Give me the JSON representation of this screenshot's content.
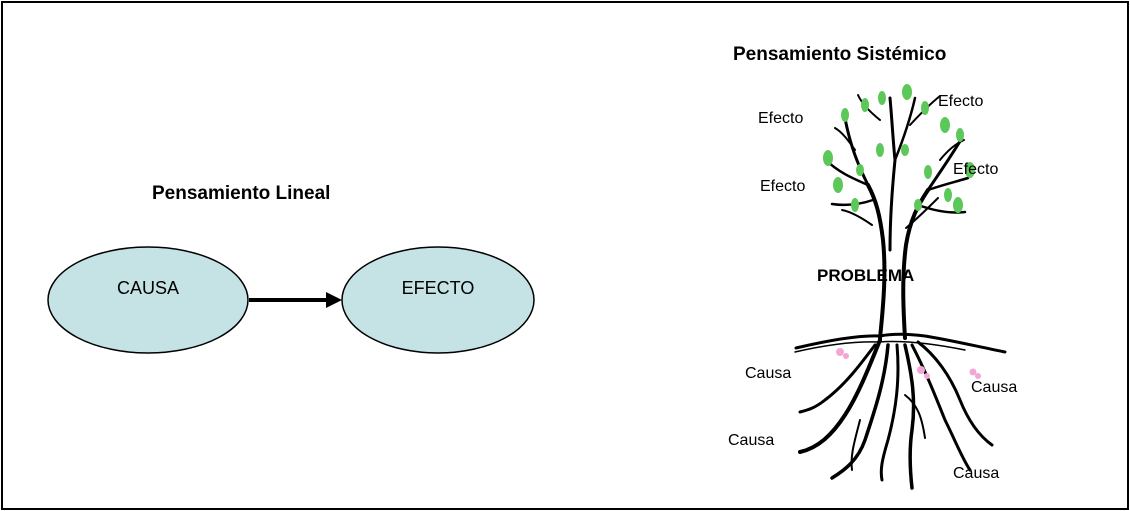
{
  "linear": {
    "title": "Pensamiento Lineal",
    "cause_label": "CAUSA",
    "effect_label": "EFECTO"
  },
  "systemic": {
    "title": "Pensamiento Sistémico",
    "center_label": "PROBLEMA",
    "effect_labels": [
      "Efecto",
      "Efecto",
      "Efecto",
      "Efecto"
    ],
    "cause_labels": [
      "Causa",
      "Causa",
      "Causa",
      "Causa"
    ]
  },
  "colors": {
    "ellipse_fill": "#c5e3e5",
    "leaf_green": "#5cc85a",
    "blossom_pink": "#f3a6d6",
    "ink": "#000000"
  }
}
